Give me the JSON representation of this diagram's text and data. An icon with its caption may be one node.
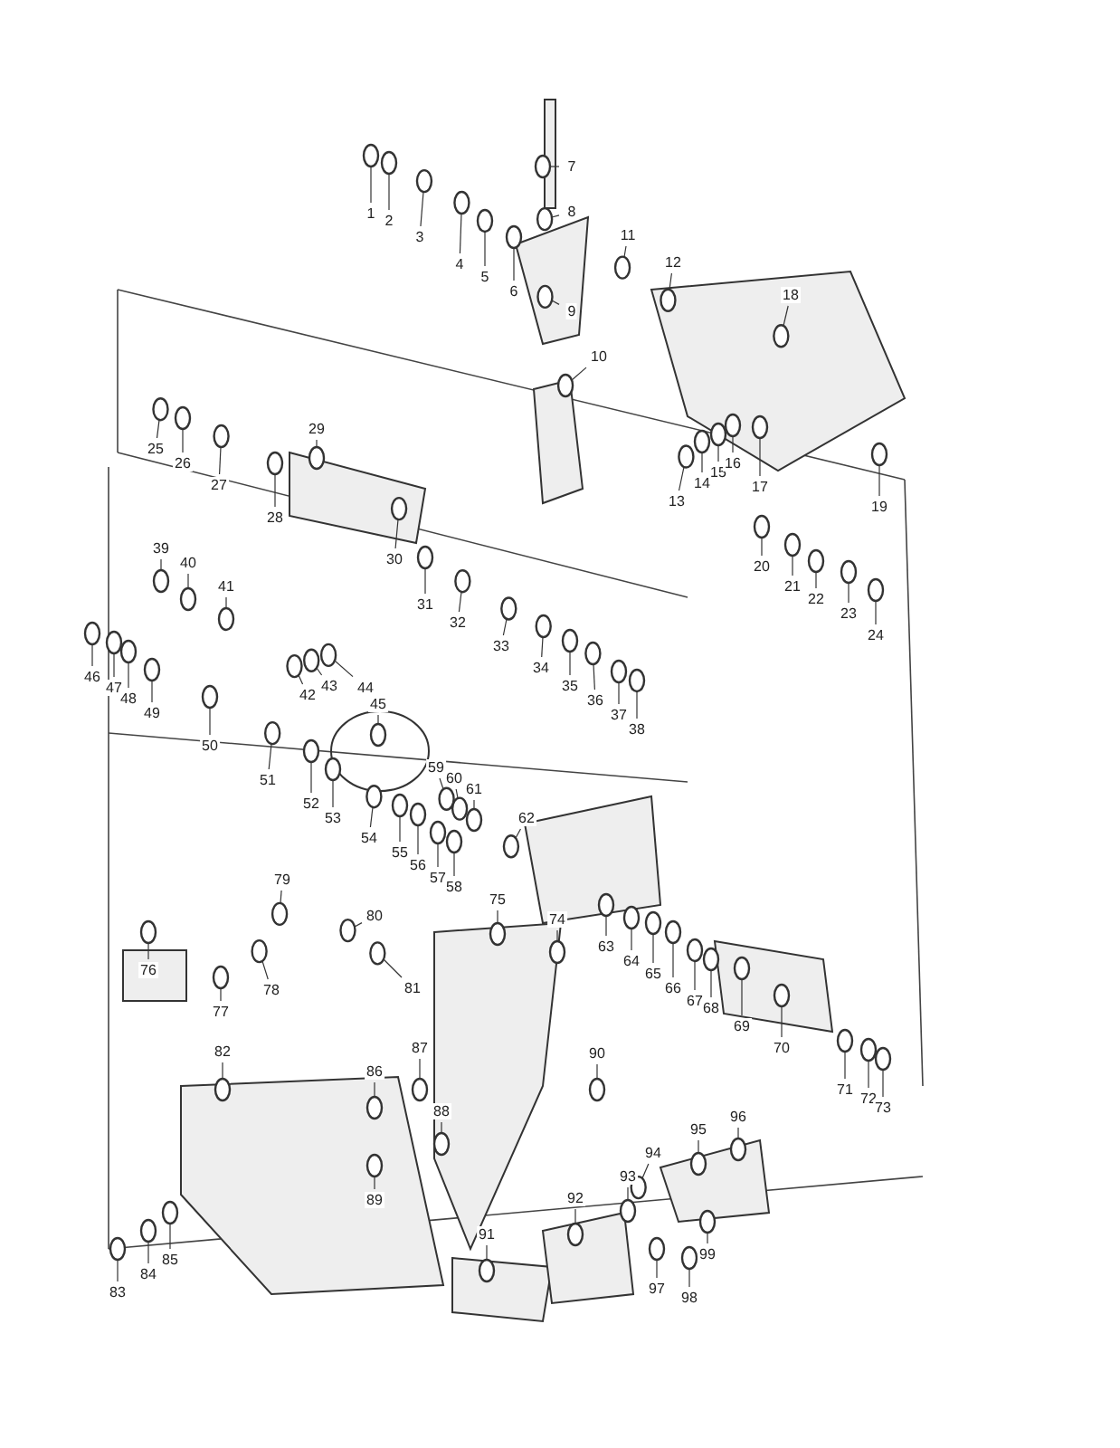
{
  "diagram": {
    "nodes": [
      {
        "text": [
          "1"
        ]
      },
      {
        "text": [
          "2"
        ]
      },
      {
        "text": [
          "3"
        ]
      },
      {
        "text": [
          "4"
        ]
      },
      {
        "text": [
          "5"
        ]
      },
      {
        "text": [
          "6"
        ]
      },
      {
        "text": [
          "7"
        ]
      },
      {
        "text": [
          "8"
        ]
      },
      {
        "text": [
          "9"
        ]
      },
      {
        "text": [
          "10"
        ]
      },
      {
        "text": [
          "11"
        ]
      },
      {
        "text": [
          "12"
        ]
      },
      {
        "text": [
          "13"
        ]
      },
      {
        "text": [
          "14"
        ]
      },
      {
        "text": [
          "15"
        ]
      },
      {
        "text": [
          "16"
        ]
      },
      {
        "text": [
          "17"
        ]
      },
      {
        "text": [
          "18"
        ]
      },
      {
        "text": [
          "19"
        ]
      },
      {
        "text": [
          "20"
        ]
      },
      {
        "text": [
          "21"
        ]
      },
      {
        "text": [
          "22"
        ]
      },
      {
        "text": [
          "23"
        ]
      },
      {
        "text": [
          "24"
        ]
      },
      {
        "text": [
          "25"
        ]
      },
      {
        "text": [
          "26"
        ]
      },
      {
        "text": [
          "27"
        ]
      },
      {
        "text": [
          "28"
        ]
      },
      {
        "text": [
          "29"
        ]
      },
      {
        "text": [
          "30"
        ]
      },
      {
        "text": [
          "31"
        ]
      },
      {
        "text": [
          "32"
        ]
      },
      {
        "text": [
          "33"
        ]
      },
      {
        "text": [
          "34"
        ]
      },
      {
        "text": [
          "35"
        ]
      },
      {
        "text": [
          "36"
        ]
      },
      {
        "text": [
          "37"
        ]
      },
      {
        "text": [
          "38"
        ]
      },
      {
        "text": [
          "39"
        ]
      },
      {
        "text": [
          "40"
        ]
      },
      {
        "text": [
          "41"
        ]
      },
      {
        "text": [
          "42"
        ]
      },
      {
        "text": [
          "43"
        ]
      },
      {
        "text": [
          "44"
        ]
      },
      {
        "text": [
          "45"
        ]
      },
      {
        "text": [
          "46"
        ]
      },
      {
        "text": [
          "47"
        ]
      },
      {
        "text": [
          "48"
        ]
      },
      {
        "text": [
          "49"
        ]
      },
      {
        "text": [
          "50"
        ]
      },
      {
        "text": [
          "51"
        ]
      },
      {
        "text": [
          "52"
        ]
      },
      {
        "text": [
          "53"
        ]
      },
      {
        "text": [
          "54"
        ]
      },
      {
        "text": [
          "55"
        ]
      },
      {
        "text": [
          "56"
        ]
      },
      {
        "text": [
          "57"
        ]
      },
      {
        "text": [
          "58"
        ]
      },
      {
        "text": [
          "59"
        ]
      },
      {
        "text": [
          "60"
        ]
      },
      {
        "text": [
          "61"
        ]
      },
      {
        "text": [
          "62"
        ]
      },
      {
        "text": [
          "63"
        ]
      },
      {
        "text": [
          "64"
        ]
      },
      {
        "text": [
          "65"
        ]
      },
      {
        "text": [
          "66"
        ]
      },
      {
        "text": [
          "67"
        ]
      },
      {
        "text": [
          "68"
        ]
      },
      {
        "text": [
          "69"
        ]
      },
      {
        "text": [
          "70"
        ]
      },
      {
        "text": [
          "71"
        ]
      },
      {
        "text": [
          "72"
        ]
      },
      {
        "text": [
          "73"
        ]
      },
      {
        "text": [
          "74"
        ]
      },
      {
        "text": [
          "75"
        ]
      },
      {
        "text": [
          "76"
        ]
      },
      {
        "text": [
          "77"
        ]
      },
      {
        "text": [
          "78"
        ]
      },
      {
        "text": [
          "79"
        ]
      },
      {
        "text": [
          "80"
        ]
      },
      {
        "text": [
          "81"
        ]
      },
      {
        "text": [
          "82"
        ]
      },
      {
        "text": [
          "83"
        ]
      },
      {
        "text": [
          "84"
        ]
      },
      {
        "text": [
          "85"
        ]
      },
      {
        "text": [
          "86"
        ]
      },
      {
        "text": [
          "87"
        ]
      },
      {
        "text": [
          "88"
        ]
      },
      {
        "text": [
          "89"
        ]
      },
      {
        "text": [
          "90"
        ]
      },
      {
        "text": [
          "91"
        ]
      },
      {
        "text": [
          "92"
        ]
      },
      {
        "text": [
          "93"
        ]
      },
      {
        "text": [
          "94"
        ]
      },
      {
        "text": [
          "95"
        ]
      },
      {
        "text": [
          "96"
        ]
      },
      {
        "text": [
          "97"
        ]
      },
      {
        "text": [
          "98"
        ]
      },
      {
        "text": [
          "99"
        ]
      },
      {
        "text": [],
        "shape": "circle"
      },
      {
        "text": [],
        "shape": "circle"
      },
      {
        "text": [],
        "shape": "circle"
      },
      {
        "text": [],
        "shape": "circle"
      },
      {
        "text": [],
        "shape": "circle"
      },
      {
        "text": [],
        "shape": "circle"
      },
      {
        "text": [],
        "shape": "circle"
      },
      {
        "text": [],
        "shape": "circle"
      },
      {
        "text": [],
        "shape": "circle"
      },
      {
        "text": [],
        "shape": "circle"
      },
      {
        "text": [],
        "shape": "circle"
      },
      {
        "text": [],
        "shape": "circle"
      },
      {
        "text": [],
        "shape": "circle"
      },
      {
        "text": [],
        "shape": "circle"
      },
      {
        "text": [],
        "shape": "circle"
      },
      {
        "text": [],
        "shape": "circle"
      },
      {
        "text": [],
        "shape": "circle"
      },
      {
        "text": [],
        "shape": "circle"
      },
      {
        "text": [],
        "shape": "circle"
      },
      {
        "text": [],
        "shape": "circle"
      },
      {
        "text": [],
        "shape": "circle"
      },
      {
        "text": [],
        "shape": "circle"
      },
      {
        "text": [],
        "shape": "circle"
      },
      {
        "text": [],
        "shape": "circle"
      },
      {
        "text": [],
        "shape": "circle"
      },
      {
        "text": [],
        "shape": "circle"
      },
      {
        "text": [],
        "shape": "circle"
      },
      {
        "text": [],
        "shape": "circle"
      },
      {
        "text": [],
        "shape": "circle"
      },
      {
        "text": [],
        "shape": "circle"
      },
      {
        "text": [],
        "shape": "circle"
      },
      {
        "text": [],
        "shape": "circle"
      },
      {
        "text": [],
        "shape": "circle"
      },
      {
        "text": [],
        "shape": "circle"
      },
      {
        "text": [],
        "shape": "circle"
      },
      {
        "text": [],
        "shape": "circle"
      },
      {
        "text": [],
        "shape": "circle"
      },
      {
        "text": [],
        "shape": "circle"
      },
      {
        "text": [],
        "shape": "circle"
      },
      {
        "text": [],
        "shape": "circle"
      },
      {
        "text": [],
        "shape": "circle"
      },
      {
        "text": [],
        "shape": "circle"
      },
      {
        "text": [],
        "shape": "circle"
      },
      {
        "text": [],
        "shape": "circle"
      },
      {
        "text": [],
        "shape": "circle"
      },
      {
        "text": [],
        "shape": "circle"
      },
      {
        "text": [],
        "shape": "circle"
      },
      {
        "text": [],
        "shape": "circle"
      },
      {
        "text": [],
        "shape": "circle"
      },
      {
        "text": [],
        "shape": "circle"
      },
      {
        "text": [],
        "shape": "circle"
      },
      {
        "text": [],
        "shape": "circle"
      },
      {
        "text": [],
        "shape": "circle"
      },
      {
        "text": [],
        "shape": "circle"
      },
      {
        "text": [],
        "shape": "circle"
      },
      {
        "text": [],
        "shape": "circle"
      },
      {
        "text": [],
        "shape": "circle"
      },
      {
        "text": [],
        "shape": "circle"
      },
      {
        "text": [],
        "shape": "circle"
      },
      {
        "text": [],
        "shape": "circle"
      },
      {
        "text": [],
        "shape": "circle"
      },
      {
        "text": [],
        "shape": "circle"
      },
      {
        "text": [],
        "shape": "circle"
      },
      {
        "text": [],
        "shape": "circle"
      },
      {
        "text": [],
        "shape": "circle"
      },
      {
        "text": [],
        "shape": "circle"
      },
      {
        "text": [],
        "shape": "circle"
      },
      {
        "text": [],
        "shape": "circle"
      },
      {
        "text": [],
        "shape": "circle"
      },
      {
        "text": [],
        "shape": "circle"
      },
      {
        "text": [],
        "shape": "circle"
      },
      {
        "text": [],
        "shape": "circle"
      },
      {
        "text": [],
        "shape": "circle"
      },
      {
        "text": [],
        "shape": "circle"
      },
      {
        "text": [],
        "shape": "circle"
      },
      {
        "text": [],
        "shape": "circle"
      },
      {
        "text": [],
        "shape": "circle"
      },
      {
        "text": [],
        "shape": "circle"
      },
      {
        "text": [],
        "shape": "circle"
      },
      {
        "text": [],
        "shape": "circle"
      },
      {
        "text": [],
        "shape": "circle"
      },
      {
        "text": [],
        "shape": "circle"
      },
      {
        "text": [],
        "shape": "circle"
      },
      {
        "text": [],
        "shape": "circle"
      },
      {
        "text": [],
        "shape": "circle"
      },
      {
        "text": [],
        "shape": "circle"
      },
      {
        "text": [],
        "shape": "circle"
      },
      {
        "text": [],
        "shape": "circle"
      },
      {
        "text": [],
        "shape": "circle"
      },
      {
        "text": [],
        "shape": "circle"
      },
      {
        "text": [],
        "shape": "circle"
      },
      {
        "text": [],
        "shape": "circle"
      },
      {
        "text": [],
        "shape": "circle"
      },
      {
        "text": [],
        "shape": "circle"
      },
      {
        "text": [],
        "shape": "circle"
      },
      {
        "text": [],
        "shape": "circle"
      },
      {
        "text": [],
        "shape": "circle"
      },
      {
        "text": [],
        "shape": "circle"
      },
      {
        "text": [],
        "shape": "circle"
      }
    ],
    "edges": [
      {
        "from": 0,
        "to": 99,
        "arrow": "none"
      },
      {
        "from": 1,
        "to": 100,
        "arrow": "none"
      },
      {
        "from": 2,
        "to": 101,
        "arrow": "none"
      },
      {
        "from": 3,
        "to": 102,
        "arrow": "none"
      },
      {
        "from": 4,
        "to": 103,
        "arrow": "none"
      },
      {
        "from": 5,
        "to": 104,
        "arrow": "none"
      },
      {
        "from": 6,
        "to": 105,
        "arrow": "none"
      },
      {
        "from": 7,
        "to": 106,
        "arrow": "none"
      },
      {
        "from": 8,
        "to": 107,
        "arrow": "none"
      },
      {
        "from": 9,
        "to": 108,
        "arrow": "none"
      },
      {
        "from": 10,
        "to": 109,
        "arrow": "none"
      },
      {
        "from": 11,
        "to": 110,
        "arrow": "none"
      },
      {
        "from": 12,
        "to": 111,
        "arrow": "none"
      },
      {
        "from": 13,
        "to": 112,
        "arrow": "none"
      },
      {
        "from": 14,
        "to": 113,
        "arrow": "none"
      },
      {
        "from": 15,
        "to": 114,
        "arrow": "none"
      },
      {
        "from": 16,
        "to": 115,
        "arrow": "none"
      },
      {
        "from": 17,
        "to": 116,
        "arrow": "none"
      },
      {
        "from": 18,
        "to": 117,
        "arrow": "none"
      },
      {
        "from": 19,
        "to": 118,
        "arrow": "none"
      },
      {
        "from": 20,
        "to": 119,
        "arrow": "none"
      },
      {
        "from": 21,
        "to": 120,
        "arrow": "none"
      },
      {
        "from": 22,
        "to": 121,
        "arrow": "none"
      },
      {
        "from": 23,
        "to": 122,
        "arrow": "none"
      },
      {
        "from": 24,
        "to": 123,
        "arrow": "none"
      },
      {
        "from": 25,
        "to": 124,
        "arrow": "none"
      },
      {
        "from": 26,
        "to": 125,
        "arrow": "none"
      },
      {
        "from": 27,
        "to": 126,
        "arrow": "none"
      },
      {
        "from": 28,
        "to": 127,
        "arrow": "none"
      },
      {
        "from": 29,
        "to": 128,
        "arrow": "none"
      },
      {
        "from": 30,
        "to": 129,
        "arrow": "none"
      },
      {
        "from": 31,
        "to": 130,
        "arrow": "none"
      },
      {
        "from": 32,
        "to": 131,
        "arrow": "none"
      },
      {
        "from": 33,
        "to": 132,
        "arrow": "none"
      },
      {
        "from": 34,
        "to": 133,
        "arrow": "none"
      },
      {
        "from": 35,
        "to": 134,
        "arrow": "none"
      },
      {
        "from": 36,
        "to": 135,
        "arrow": "none"
      },
      {
        "from": 37,
        "to": 136,
        "arrow": "none"
      },
      {
        "from": 38,
        "to": 137,
        "arrow": "none"
      },
      {
        "from": 39,
        "to": 138,
        "arrow": "none"
      },
      {
        "from": 40,
        "to": 139,
        "arrow": "none"
      },
      {
        "from": 41,
        "to": 140,
        "arrow": "none"
      },
      {
        "from": 42,
        "to": 141,
        "arrow": "none"
      },
      {
        "from": 43,
        "to": 142,
        "arrow": "none"
      },
      {
        "from": 44,
        "to": 143,
        "arrow": "none"
      },
      {
        "from": 45,
        "to": 144,
        "arrow": "none"
      },
      {
        "from": 46,
        "to": 145,
        "arrow": "none"
      },
      {
        "from": 47,
        "to": 146,
        "arrow": "none"
      },
      {
        "from": 48,
        "to": 147,
        "arrow": "none"
      },
      {
        "from": 49,
        "to": 148,
        "arrow": "none"
      },
      {
        "from": 50,
        "to": 149,
        "arrow": "none"
      },
      {
        "from": 51,
        "to": 150,
        "arrow": "none"
      },
      {
        "from": 52,
        "to": 151,
        "arrow": "none"
      },
      {
        "from": 53,
        "to": 152,
        "arrow": "none"
      },
      {
        "from": 54,
        "to": 153,
        "arrow": "none"
      },
      {
        "from": 55,
        "to": 154,
        "arrow": "none"
      },
      {
        "from": 56,
        "to": 155,
        "arrow": "none"
      },
      {
        "from": 57,
        "to": 156,
        "arrow": "none"
      },
      {
        "from": 58,
        "to": 157,
        "arrow": "none"
      },
      {
        "from": 59,
        "to": 158,
        "arrow": "none"
      },
      {
        "from": 60,
        "to": 159,
        "arrow": "none"
      },
      {
        "from": 61,
        "to": 160,
        "arrow": "none"
      },
      {
        "from": 62,
        "to": 161,
        "arrow": "none"
      },
      {
        "from": 63,
        "to": 162,
        "arrow": "none"
      },
      {
        "from": 64,
        "to": 163,
        "arrow": "none"
      },
      {
        "from": 65,
        "to": 164,
        "arrow": "none"
      },
      {
        "from": 66,
        "to": 165,
        "arrow": "none"
      },
      {
        "from": 67,
        "to": 166,
        "arrow": "none"
      },
      {
        "from": 68,
        "to": 167,
        "arrow": "none"
      },
      {
        "from": 69,
        "to": 168,
        "arrow": "none"
      },
      {
        "from": 70,
        "to": 169,
        "arrow": "none"
      },
      {
        "from": 71,
        "to": 170,
        "arrow": "none"
      },
      {
        "from": 72,
        "to": 171,
        "arrow": "none"
      },
      {
        "from": 73,
        "to": 172,
        "arrow": "none"
      },
      {
        "from": 74,
        "to": 173,
        "arrow": "none"
      },
      {
        "from": 75,
        "to": 174,
        "arrow": "none"
      },
      {
        "from": 76,
        "to": 175,
        "arrow": "none"
      },
      {
        "from": 77,
        "to": 176,
        "arrow": "none"
      },
      {
        "from": 78,
        "to": 177,
        "arrow": "none"
      },
      {
        "from": 79,
        "to": 178,
        "arrow": "none"
      },
      {
        "from": 80,
        "to": 179,
        "arrow": "none"
      },
      {
        "from": 81,
        "to": 180,
        "arrow": "none"
      },
      {
        "from": 82,
        "to": 181,
        "arrow": "none"
      },
      {
        "from": 83,
        "to": 182,
        "arrow": "none"
      },
      {
        "from": 84,
        "to": 183,
        "arrow": "none"
      },
      {
        "from": 85,
        "to": 184,
        "arrow": "none"
      },
      {
        "from": 86,
        "to": 185,
        "arrow": "none"
      },
      {
        "from": 87,
        "to": 186,
        "arrow": "none"
      },
      {
        "from": 88,
        "to": 187,
        "arrow": "none"
      },
      {
        "from": 89,
        "to": 188,
        "arrow": "none"
      },
      {
        "from": 90,
        "to": 189,
        "arrow": "none"
      },
      {
        "from": 91,
        "to": 190,
        "arrow": "none"
      },
      {
        "from": 92,
        "to": 191,
        "arrow": "none"
      },
      {
        "from": 93,
        "to": 192,
        "arrow": "none"
      },
      {
        "from": 94,
        "to": 193,
        "arrow": "none"
      },
      {
        "from": 95,
        "to": 194,
        "arrow": "none"
      },
      {
        "from": 96,
        "to": 195,
        "arrow": "none"
      },
      {
        "from": 97,
        "to": 196,
        "arrow": "none"
      },
      {
        "from": 98,
        "to": 197,
        "arrow": "none"
      }
    ]
  }
}
